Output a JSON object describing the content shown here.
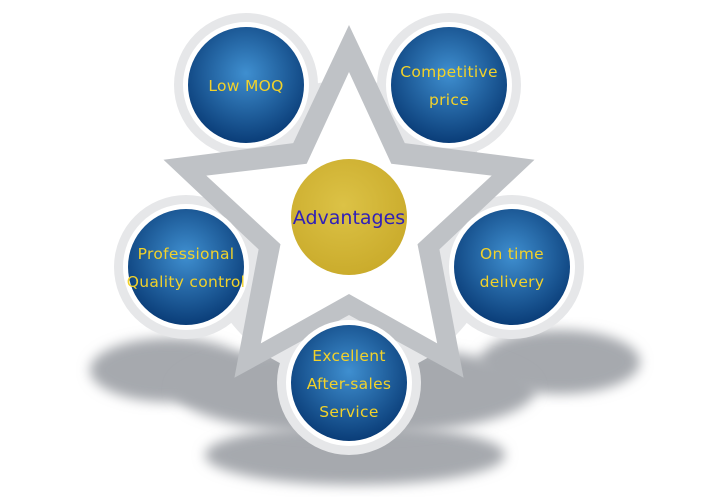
{
  "center": {
    "label": "Advantages"
  },
  "nodes": [
    {
      "id": "low-moq",
      "lines": [
        "Low MOQ"
      ]
    },
    {
      "id": "competitive-price",
      "lines": [
        "Competitive",
        "price"
      ]
    },
    {
      "id": "on-time-delivery",
      "lines": [
        "On time",
        "delivery"
      ]
    },
    {
      "id": "after-sales-service",
      "lines": [
        "Excellent",
        "After-sales",
        "Service"
      ]
    },
    {
      "id": "quality-control",
      "lines": [
        "Professional",
        "Quality control"
      ]
    }
  ],
  "colors": {
    "node_dark": "#0a3d78",
    "node_light": "#3f8fd0",
    "node_text": "#f2d22a",
    "center_fill": "#c9aa2a",
    "center_text": "#3020b8",
    "star": "#bfc2c6",
    "star_inner": "#ffffff",
    "shadow": "#a6a9ae",
    "halo": "#e6e7e9"
  }
}
